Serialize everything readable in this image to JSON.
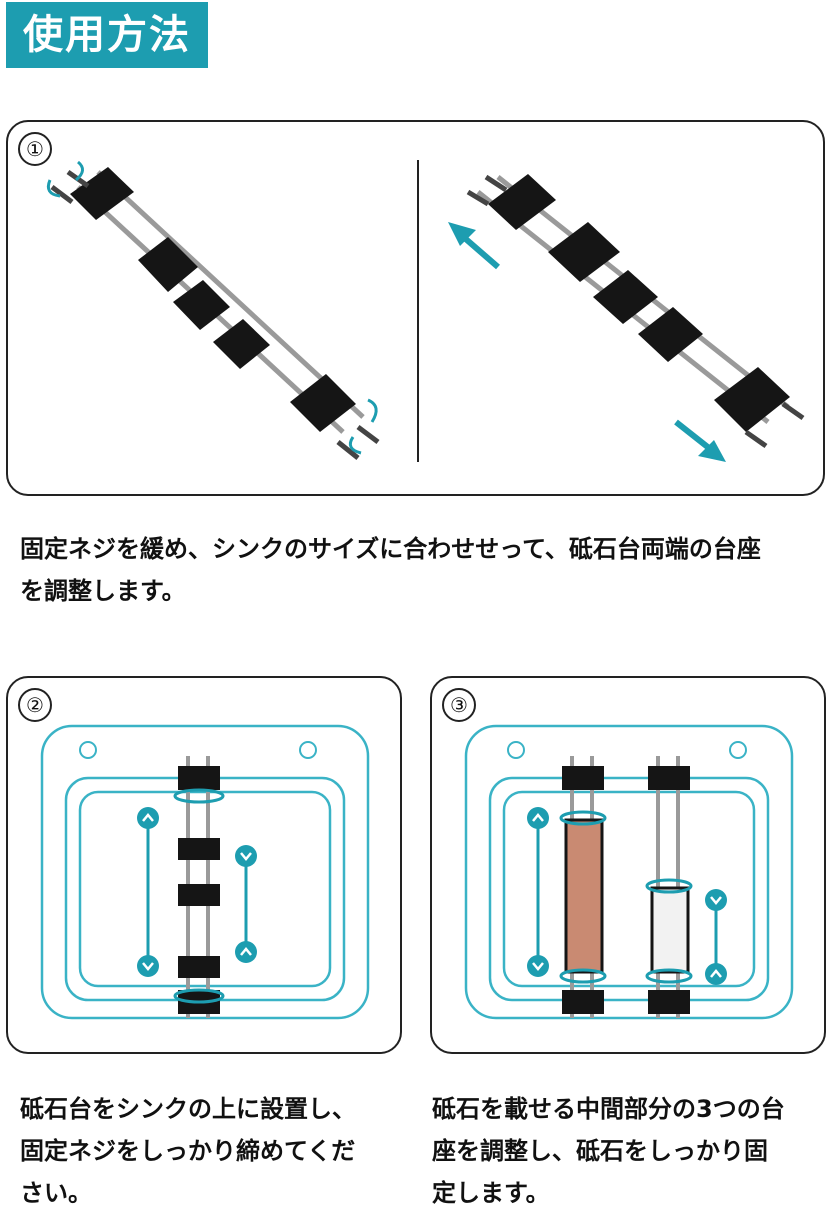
{
  "page": {
    "title": "使用方法"
  },
  "steps": [
    {
      "number": "①",
      "description": "固定ネジを緩め、シンクのサイズに合わせせって、砥石台両端の台座\nを調整します。"
    },
    {
      "number": "②",
      "description": "砥石台をシンクの上に設置し、\n固定ネジをしっかり締めてくだ\nさい。"
    },
    {
      "number": "③",
      "description": "砥石を載せる中間部分の3つの台\n座を調整し、砥石をしっかり固\n定します。"
    }
  ],
  "colors": {
    "accent": "#1d9db0",
    "sink_outline": "#3ab3c6",
    "block": "#151515",
    "stone_brown": "#c98a72",
    "stone_white": "#f2f2f2"
  }
}
